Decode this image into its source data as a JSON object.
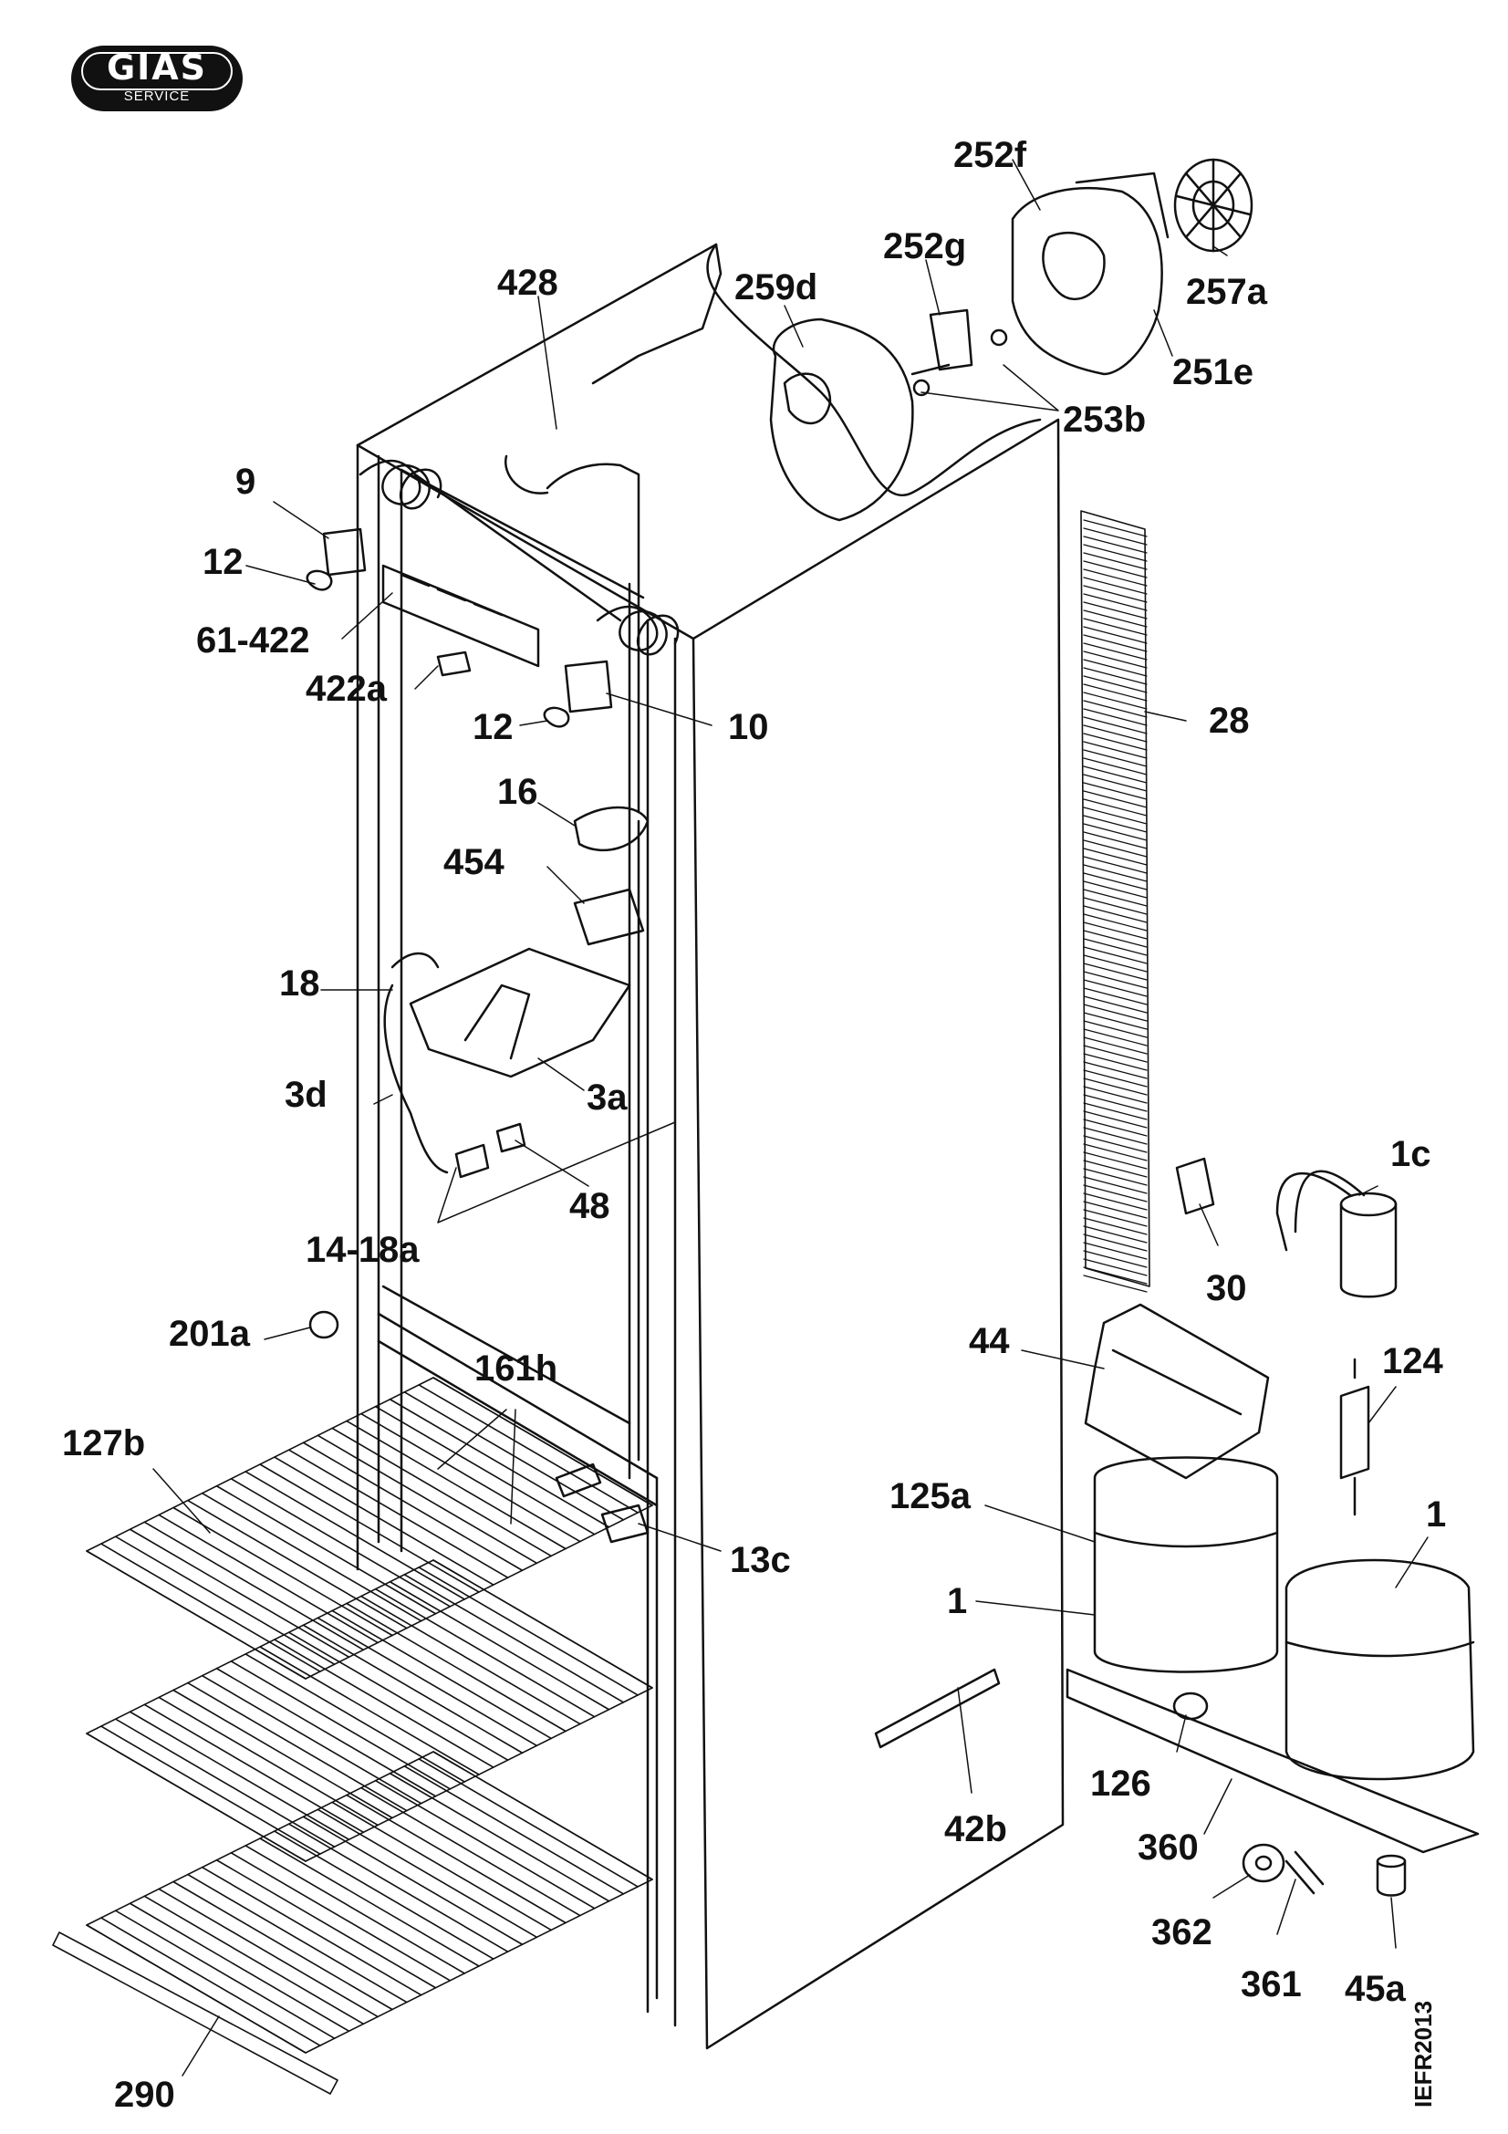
{
  "logo": {
    "top": "GIAS",
    "bottom": "SERVICE"
  },
  "document_code": "IEFR2013",
  "parts": [
    {
      "id": "p252f",
      "label": "252f"
    },
    {
      "id": "p252g",
      "label": "252g"
    },
    {
      "id": "p428",
      "label": "428"
    },
    {
      "id": "p259d",
      "label": "259d"
    },
    {
      "id": "p257a",
      "label": "257a"
    },
    {
      "id": "p251e",
      "label": "251e"
    },
    {
      "id": "p253b",
      "label": "253b"
    },
    {
      "id": "p9",
      "label": "9"
    },
    {
      "id": "p12a",
      "label": "12"
    },
    {
      "id": "p61-422",
      "label": "61-422"
    },
    {
      "id": "p422a",
      "label": "422a"
    },
    {
      "id": "p12b",
      "label": "12"
    },
    {
      "id": "p10",
      "label": "10"
    },
    {
      "id": "p28",
      "label": "28"
    },
    {
      "id": "p16",
      "label": "16"
    },
    {
      "id": "p454",
      "label": "454"
    },
    {
      "id": "p18",
      "label": "18"
    },
    {
      "id": "p3d",
      "label": "3d"
    },
    {
      "id": "p3a",
      "label": "3a"
    },
    {
      "id": "p48",
      "label": "48"
    },
    {
      "id": "p14-18a",
      "label": "14-18a"
    },
    {
      "id": "p1c",
      "label": "1c"
    },
    {
      "id": "p30",
      "label": "30"
    },
    {
      "id": "p201a",
      "label": "201a"
    },
    {
      "id": "p44",
      "label": "44"
    },
    {
      "id": "p124",
      "label": "124"
    },
    {
      "id": "p161h",
      "label": "161h"
    },
    {
      "id": "p127b",
      "label": "127b"
    },
    {
      "id": "p125a",
      "label": "125a"
    },
    {
      "id": "p1a",
      "label": "1"
    },
    {
      "id": "p13c",
      "label": "13c"
    },
    {
      "id": "p1b",
      "label": "1"
    },
    {
      "id": "p126",
      "label": "126"
    },
    {
      "id": "p42b",
      "label": "42b"
    },
    {
      "id": "p360",
      "label": "360"
    },
    {
      "id": "p362",
      "label": "362"
    },
    {
      "id": "p361",
      "label": "361"
    },
    {
      "id": "p45a",
      "label": "45a"
    },
    {
      "id": "p290",
      "label": "290"
    }
  ]
}
